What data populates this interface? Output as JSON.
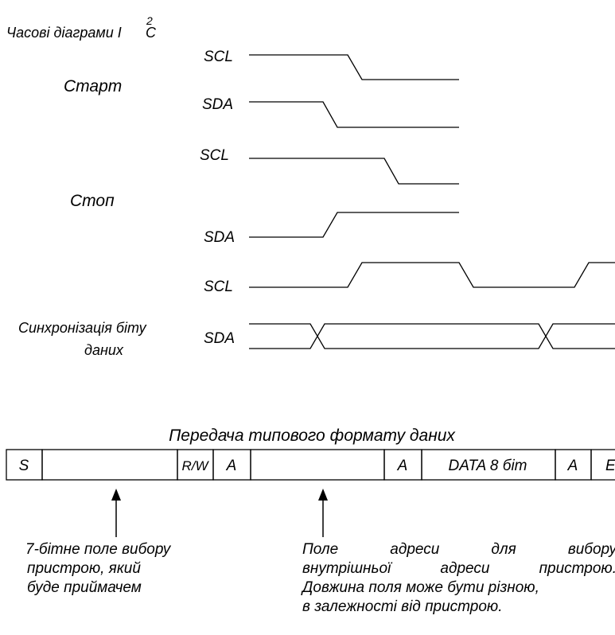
{
  "title": {
    "text": "Часові діаграми I",
    "superscript": "2",
    "suffix": "C"
  },
  "start": {
    "label": "Старт",
    "scl": "SCL",
    "sda": "SDA"
  },
  "stop": {
    "label": "Стоп",
    "scl": "SCL",
    "sda": "SDA"
  },
  "bit_sync": {
    "label_line1": "Синхронізація біту",
    "label_line2": "даних",
    "scl": "SCL",
    "sda": "SDA"
  },
  "frame": {
    "title": "Передача типового формату даних",
    "fields": [
      "S",
      "",
      "R/W",
      "A",
      "",
      "A",
      "DATA 8 біт",
      "A",
      "E"
    ]
  },
  "notes": {
    "device_field": [
      "7-бітне поле вибору",
      "пристрою, який",
      "буде приймачем"
    ],
    "address_field": [
      "Поле адреси для вибору",
      "внутрішньої адреси пристрою.",
      "Довжина поля може бути різною,",
      "в залежності від пристрою."
    ]
  }
}
